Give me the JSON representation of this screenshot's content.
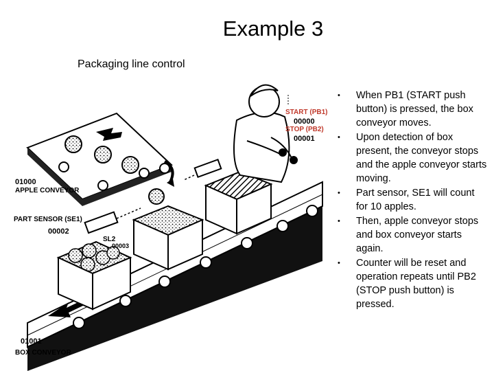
{
  "slide": {
    "title": "Example 3",
    "subtitle": "Packaging line control"
  },
  "bullets": [
    "When PB1 (START push button) is pressed, the box conveyor moves.",
    "Upon detection of box present, the conveyor stops and the apple conveyor starts moving.",
    "Part sensor, SE1 will count for 10 apples.",
    "Then, apple conveyor stops and box conveyor starts again.",
    "Counter will be reset and operation repeats until PB2 (STOP push button) is pressed."
  ],
  "diagram": {
    "start_label": "START (PB1)",
    "start_addr": "00000",
    "stop_label": "STOP (PB2)",
    "stop_addr": "00001",
    "apple_conv_addr": "01000",
    "apple_conv_label": "APPLE CONVEYOR",
    "part_sensor_label": "PART SENSOR (SE1)",
    "part_sensor_addr": "00002",
    "sl2_label": "SL2",
    "sl2_addr": "00003",
    "box_conv_addr": "01001",
    "box_conv_label": "BOX CONVEYOR",
    "label_red": "#c0392b"
  }
}
